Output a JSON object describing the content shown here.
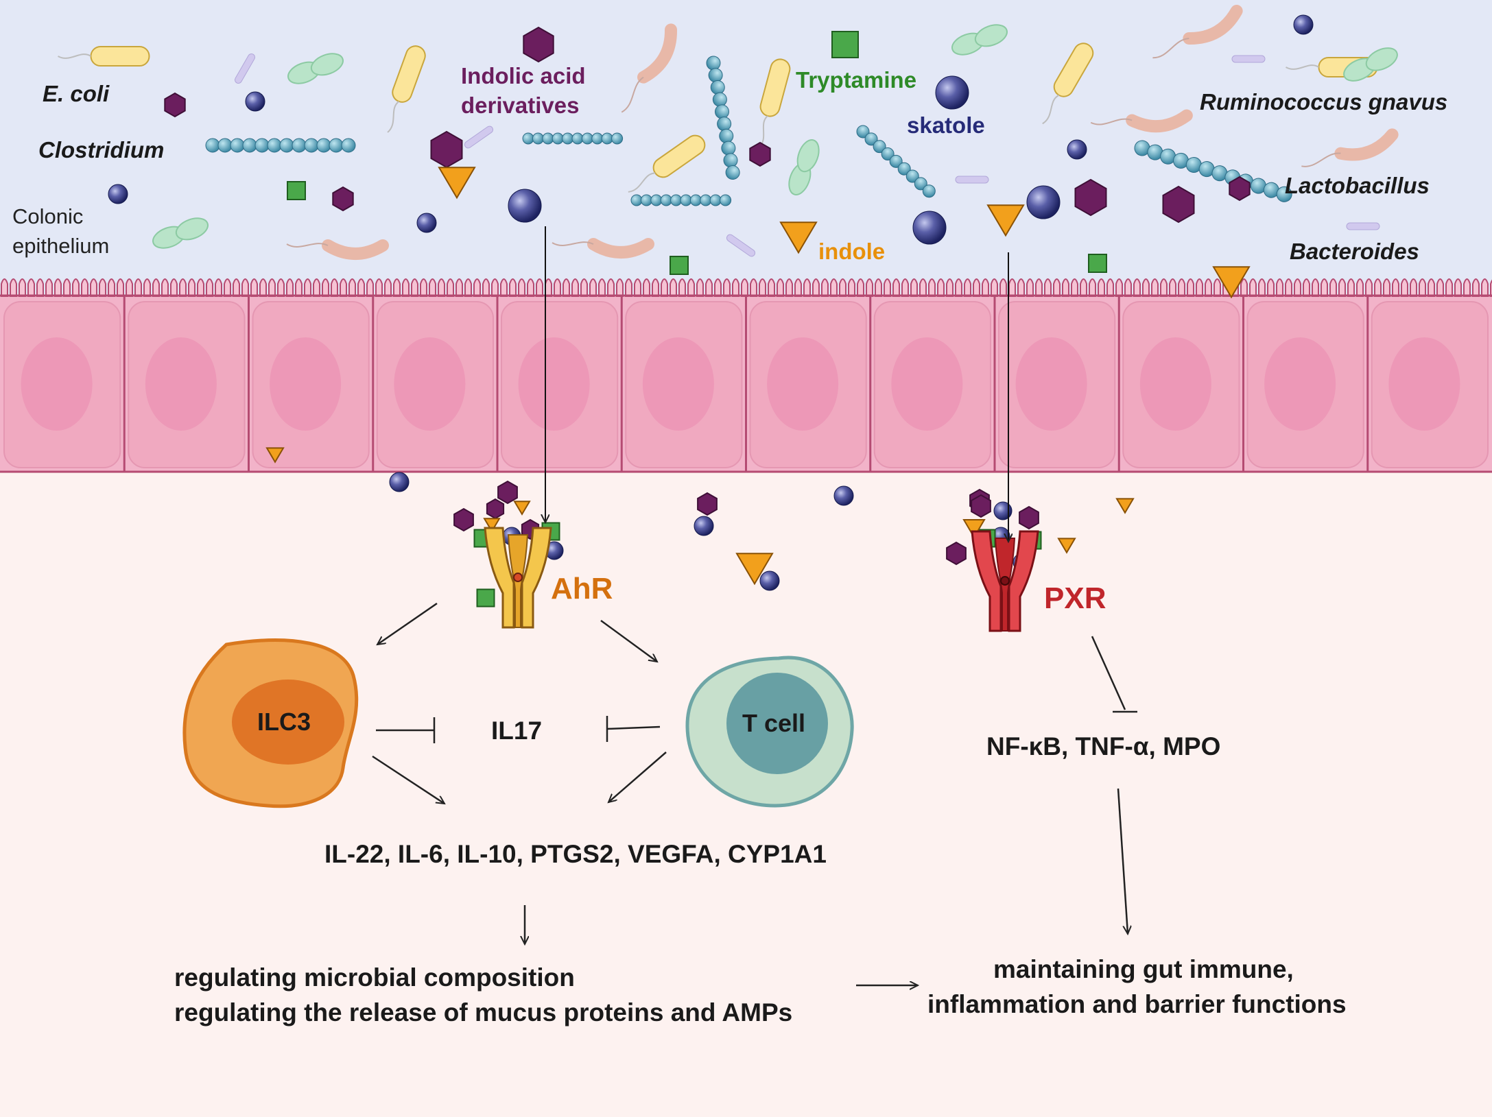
{
  "colors": {
    "lumen_bg": "#e3e8f6",
    "lamina_bg": "#fdf2f0",
    "epithelium": "#f2b3c9",
    "epithelium_border": "#b54b72",
    "indolic_acid": "#6b1e5e",
    "tryptamine": "#2e8a28",
    "indole": "#e8900a",
    "skatole": "#262b78",
    "ahr": "#d4700e",
    "pxr": "#c0262b",
    "ilc3": "#e3842d",
    "t_cell": "#a9cdb6"
  },
  "bacteria": {
    "e_coli": "E. coli",
    "clostridium": "Clostridium",
    "ruminococcus": "Ruminococcus gnavus",
    "lactobacillus": "Lactobacillus",
    "bacteroides": "Bacteroides"
  },
  "tissue": {
    "colonic_epithelium_line1": "Colonic",
    "colonic_epithelium_line2": "epithelium"
  },
  "metabolites": {
    "indolic_acid_line1": "Indolic acid",
    "indolic_acid_line2": "derivatives",
    "tryptamine": "Tryptamine",
    "skatole": "skatole",
    "indole": "indole"
  },
  "receptors": {
    "ahr": "AhR",
    "pxr": "PXR"
  },
  "cells": {
    "ilc3": "ILC3",
    "t_cell": "T cell"
  },
  "cytokines": {
    "il17": "IL17",
    "ahr_targets": "IL-22, IL-6, IL-10, PTGS2, VEGFA, CYP1A1",
    "pxr_targets": "NF-κB, TNF-α, MPO"
  },
  "outcomes": {
    "ahr_line1": "regulating microbial composition",
    "ahr_line2": "regulating the release of mucus proteins and AMPs",
    "final_line1": "maintaining gut immune,",
    "final_line2": "inflammation and barrier functions"
  },
  "icons": [
    "bacterium-icon",
    "hexagon-icon",
    "square-icon",
    "sphere-icon",
    "triangle-icon",
    "receptor-icon",
    "cell-icon"
  ]
}
